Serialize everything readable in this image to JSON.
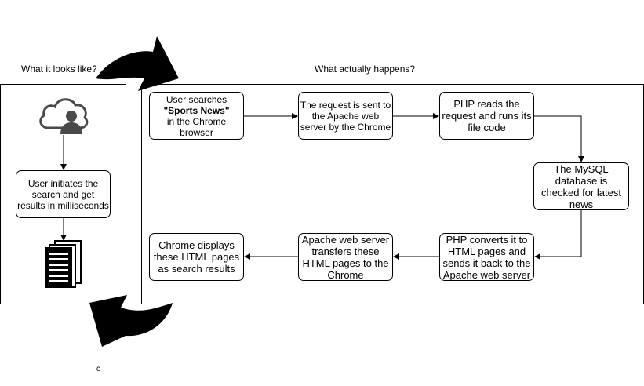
{
  "left_panel": {
    "heading": "What it looks like?",
    "box_initiate": "User initiates the search and get results in milliseconds",
    "icon_user": "cloud-user-icon",
    "icon_docs": "documents-icon"
  },
  "right_panel": {
    "heading": "What actually happens?",
    "steps": {
      "s1_pre": "User searches",
      "s1_bold": "\"Sports News\"",
      "s1_post": "in the Chrome browser",
      "s2": "The request is sent to the Apache web server by the Chrome",
      "s3": "PHP reads the request and runs its file code",
      "s4": "The MySQL database is checked for latest news",
      "s5": "PHP converts it to HTML pages and sends it back to the Apache web server",
      "s6": "Apache web server transfers these HTML pages to the Chrome",
      "s7": "Chrome displays these HTML pages as search results"
    }
  },
  "stray_glyph": "c",
  "colors": {
    "stroke": "#000000",
    "background": "#ffffff",
    "icon_fill": "#4a4a4a"
  }
}
